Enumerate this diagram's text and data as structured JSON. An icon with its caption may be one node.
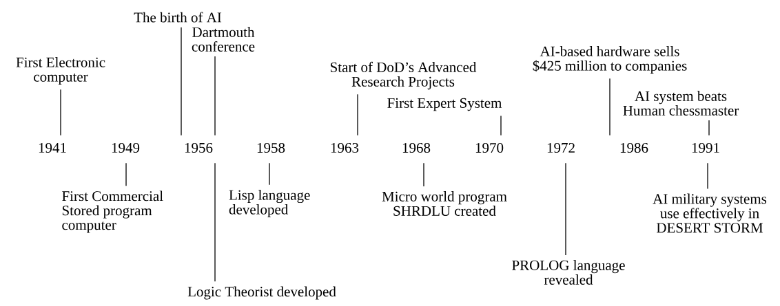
{
  "diagram": {
    "nodes": [
      {
        "text": [
          "The birth of AI"
        ]
      },
      {
        "text": [
          "Dartmouth conference"
        ]
      },
      {
        "text": [
          "AI-based hardware sells $425 million to companies"
        ]
      },
      {
        "text": [
          "First Electronic computer"
        ]
      },
      {
        "text": [
          "Start of DoD’s Advanced Research Projects"
        ]
      },
      {
        "text": [
          "First Expert System"
        ]
      },
      {
        "text": [
          "AI system beats Human chessmaster"
        ]
      },
      {
        "text": [
          "1941"
        ]
      },
      {
        "text": [
          "1949"
        ]
      },
      {
        "text": [
          "1956"
        ]
      },
      {
        "text": [
          "1958"
        ]
      },
      {
        "text": [
          "1963"
        ]
      },
      {
        "text": [
          "1968"
        ]
      },
      {
        "text": [
          "1970"
        ]
      },
      {
        "text": [
          "1972"
        ]
      },
      {
        "text": [
          "1986"
        ]
      },
      {
        "text": [
          "1991"
        ]
      },
      {
        "text": [
          "First Commercial Stored program computer"
        ]
      },
      {
        "text": [
          "Lisp language developed"
        ]
      },
      {
        "text": [
          "Micro world program SHRDLU created"
        ]
      },
      {
        "text": [
          "AI military systems use effectively in DESERT STORM"
        ]
      },
      {
        "text": [
          "PROLOG language revealed"
        ]
      },
      {
        "text": [
          "Logic Theorist developed"
        ]
      }
    ],
    "edges": [
      {
        "from": 3,
        "to": 7,
        "arrow": "none"
      },
      {
        "from": 0,
        "to": 9,
        "arrow": "none"
      },
      {
        "from": 1,
        "to": 9,
        "arrow": "none"
      },
      {
        "from": 4,
        "to": 11,
        "arrow": "none"
      },
      {
        "from": 5,
        "to": 13,
        "arrow": "none"
      },
      {
        "from": 2,
        "to": 15,
        "arrow": "none"
      },
      {
        "from": 6,
        "to": 16,
        "arrow": "none"
      },
      {
        "from": 17,
        "to": 8,
        "arrow": "none"
      },
      {
        "from": 22,
        "to": 9,
        "arrow": "none"
      },
      {
        "from": 18,
        "to": 10,
        "arrow": "none"
      },
      {
        "from": 19,
        "to": 12,
        "arrow": "none"
      },
      {
        "from": 20,
        "to": 16,
        "arrow": "none"
      },
      {
        "from": 21,
        "to": 14,
        "arrow": "none"
      }
    ]
  }
}
